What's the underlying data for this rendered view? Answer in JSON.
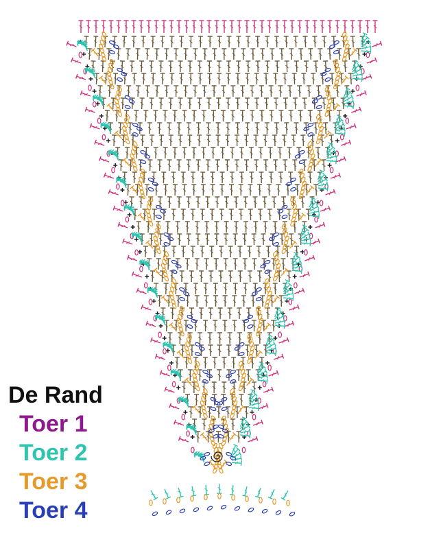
{
  "legend": {
    "items": [
      {
        "label": "De Rand",
        "color": "#111111"
      },
      {
        "label": "Toer 1",
        "color": "#8e1a8e"
      },
      {
        "label": "Toer 2",
        "color": "#2ec4b0"
      },
      {
        "label": "Toer 3",
        "color": "#e59a2b"
      },
      {
        "label": "Toer 4",
        "color": "#2a3fb5"
      }
    ]
  },
  "colors": {
    "body_stitches": "#6b5a3a",
    "edge_round": "#d0327a",
    "round2": "#2ec4b0",
    "round3": "#e59a2b",
    "round4": "#2a3fb5"
  }
}
